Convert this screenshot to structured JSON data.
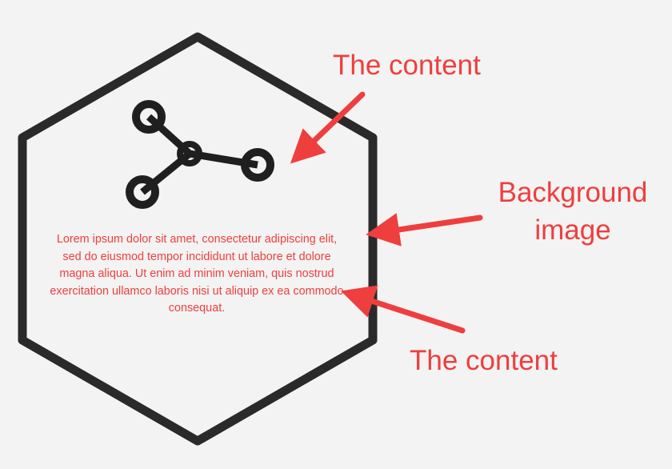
{
  "colors": {
    "hexagon_stroke": "#2a2a2a",
    "annotation": "#ef3e3e",
    "background": "#f3f3f3"
  },
  "icon": "share-network-icon",
  "content_text": "Lorem ipsum dolor sit amet, consectetur adipiscing elit, sed do eiusmod tempor incididunt ut labore et dolore magna aliqua. Ut enim ad minim veniam, quis nostrud exercitation ullamco laboris nisi ut aliquip ex ea commodo consequat.",
  "annotations": {
    "top": "The content",
    "middle": "Background image",
    "bottom": "The content"
  }
}
